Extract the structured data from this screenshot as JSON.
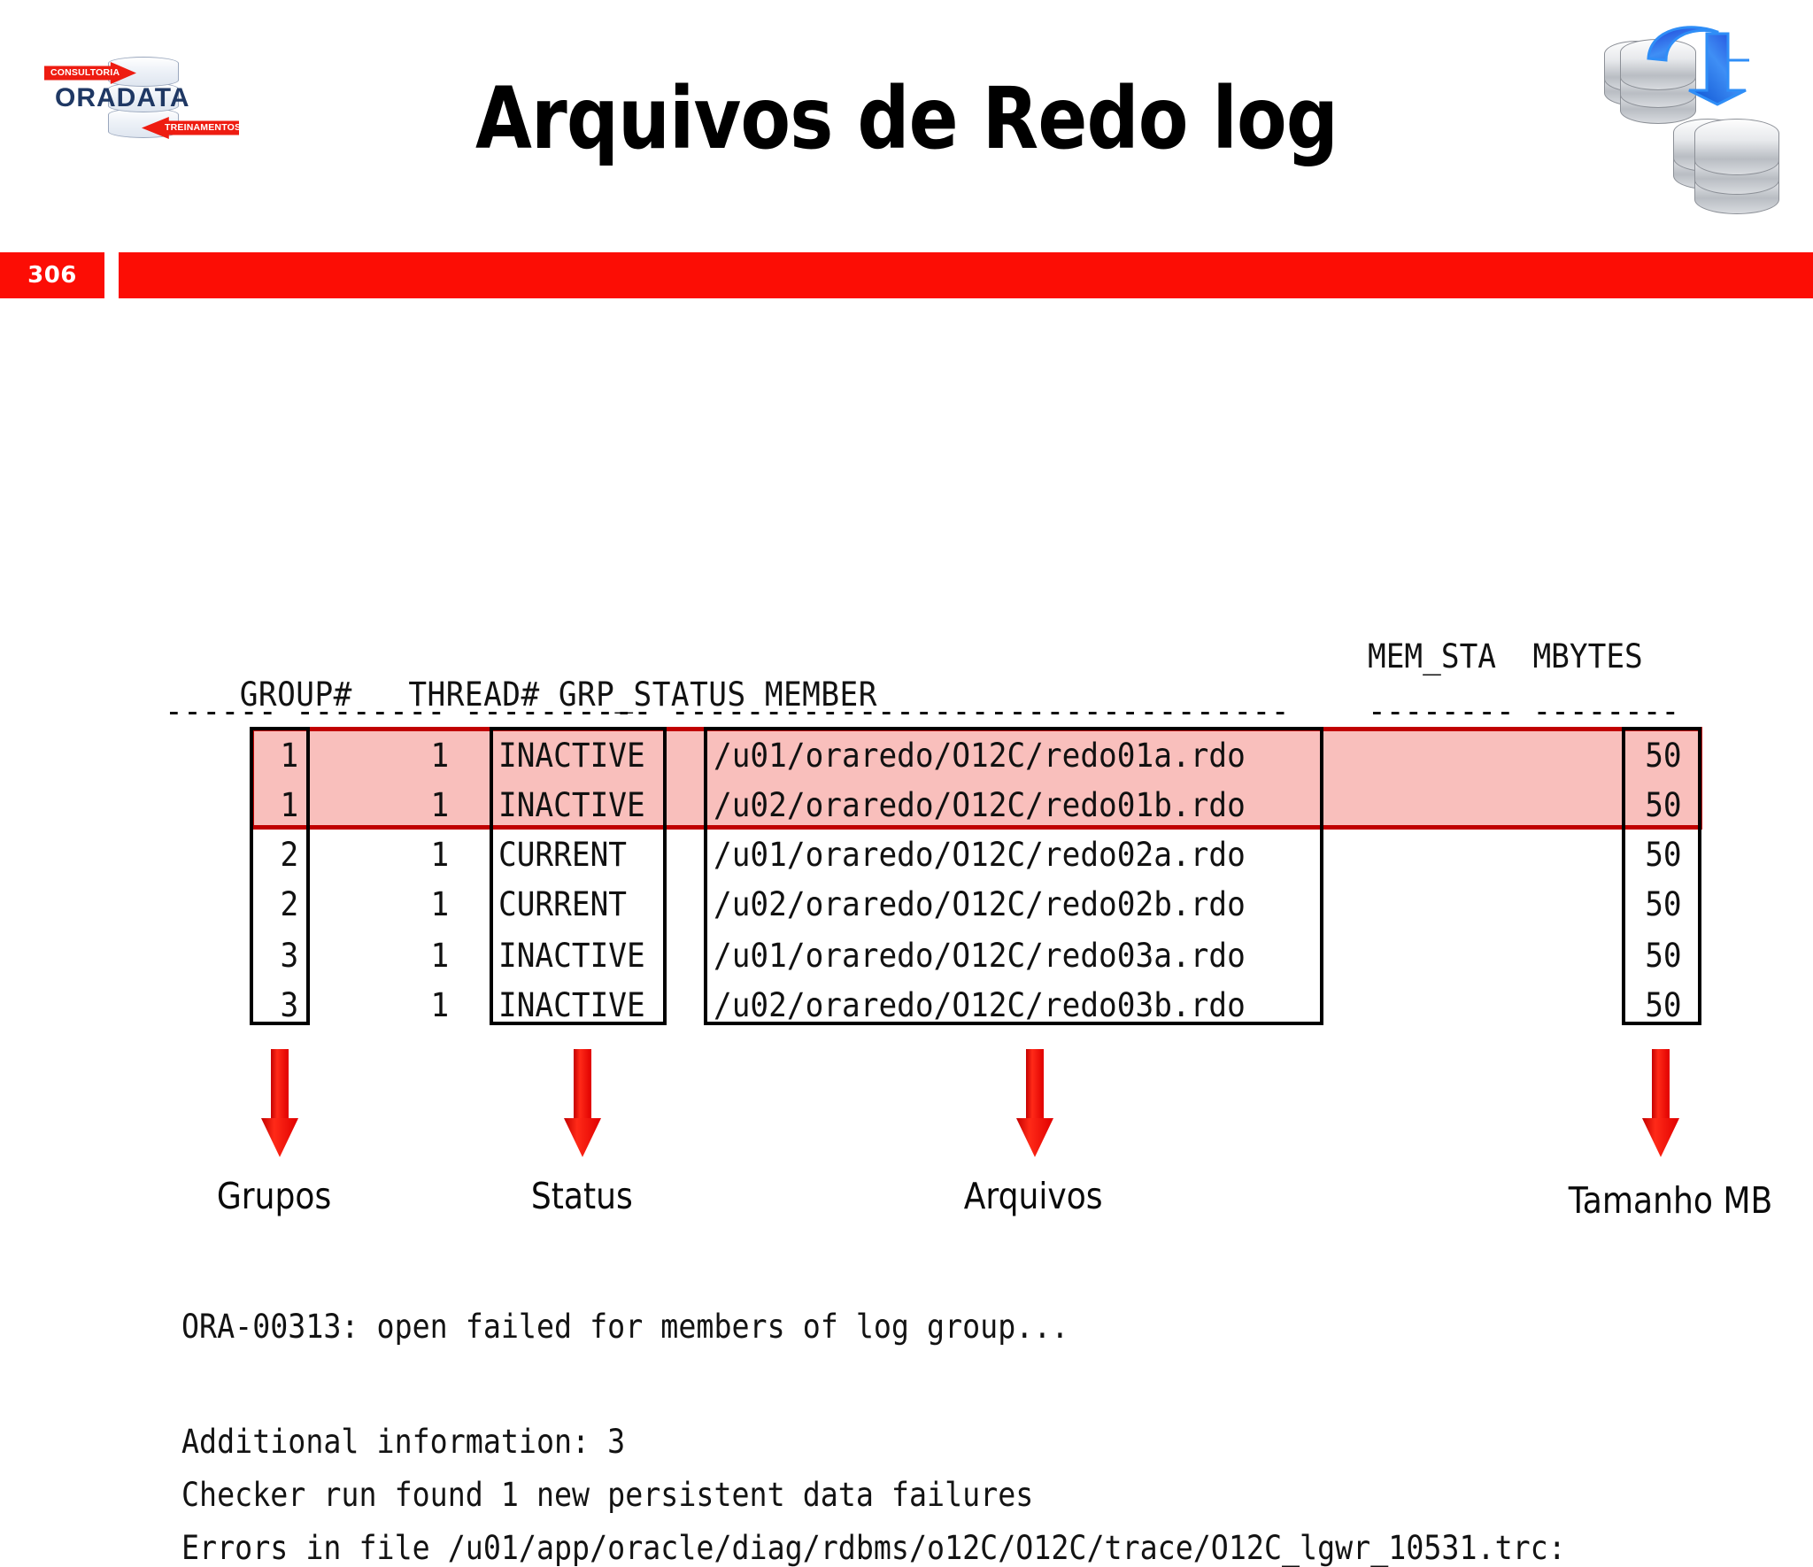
{
  "slide": {
    "title": "Arquivos de Redo log",
    "page_number": "306",
    "accent_red": "#fc0d05",
    "highlight_pink": "#f9bfbc",
    "highlight_border": "#c00000"
  },
  "logo": {
    "word": "ORADATA",
    "arrow_top_label": "CONSULTORIA",
    "arrow_bottom_label": "TREINAMENTOS"
  },
  "query_output": {
    "columns": [
      "GROUP#",
      "THREAD#",
      "GRP_STATUS",
      "MEMBER",
      "MEM_STA",
      "MBYTES"
    ],
    "header_line": "GROUP#   THREAD# GRP_STATUS MEMBER",
    "header_line_right": "MEM_STA  MBYTES",
    "separator_line": "------ -------- ---------- ---------------------------------",
    "separator_line_right": "-------- --------",
    "rows": [
      {
        "group": "1",
        "thread": "1",
        "grp_status": "INACTIVE",
        "member": "/u01/oraredo/O12C/redo01a.rdo",
        "mem_sta": "",
        "mbytes": "50",
        "highlighted": true
      },
      {
        "group": "1",
        "thread": "1",
        "grp_status": "INACTIVE",
        "member": "/u02/oraredo/O12C/redo01b.rdo",
        "mem_sta": "",
        "mbytes": "50",
        "highlighted": true
      },
      {
        "group": "2",
        "thread": "1",
        "grp_status": "CURRENT",
        "member": "/u01/oraredo/O12C/redo02a.rdo",
        "mem_sta": "",
        "mbytes": "50",
        "highlighted": false
      },
      {
        "group": "2",
        "thread": "1",
        "grp_status": "CURRENT",
        "member": "/u02/oraredo/O12C/redo02b.rdo",
        "mem_sta": "",
        "mbytes": "50",
        "highlighted": false
      },
      {
        "group": "3",
        "thread": "1",
        "grp_status": "INACTIVE",
        "member": "/u01/oraredo/O12C/redo03a.rdo",
        "mem_sta": "",
        "mbytes": "50",
        "highlighted": false
      },
      {
        "group": "3",
        "thread": "1",
        "grp_status": "INACTIVE",
        "member": "/u02/oraredo/O12C/redo03b.rdo",
        "mem_sta": "",
        "mbytes": "50",
        "highlighted": false
      }
    ]
  },
  "callouts": [
    {
      "label": "Grupos",
      "target_column": "GROUP#"
    },
    {
      "label": "Status",
      "target_column": "GRP_STATUS"
    },
    {
      "label": "Arquivos",
      "target_column": "MEMBER"
    },
    {
      "label": "Tamanho MB",
      "target_column": "MBYTES"
    }
  ],
  "log": {
    "line1": "ORA-00313: open failed for members of log group...",
    "line2": "Additional information: 3",
    "line3": "Checker run found 1 new persistent data failures",
    "line4": "Errors in file /u01/app/oracle/diag/rdbms/o12C/O12C/trace/O12C_lgwr_10531.trc:"
  }
}
